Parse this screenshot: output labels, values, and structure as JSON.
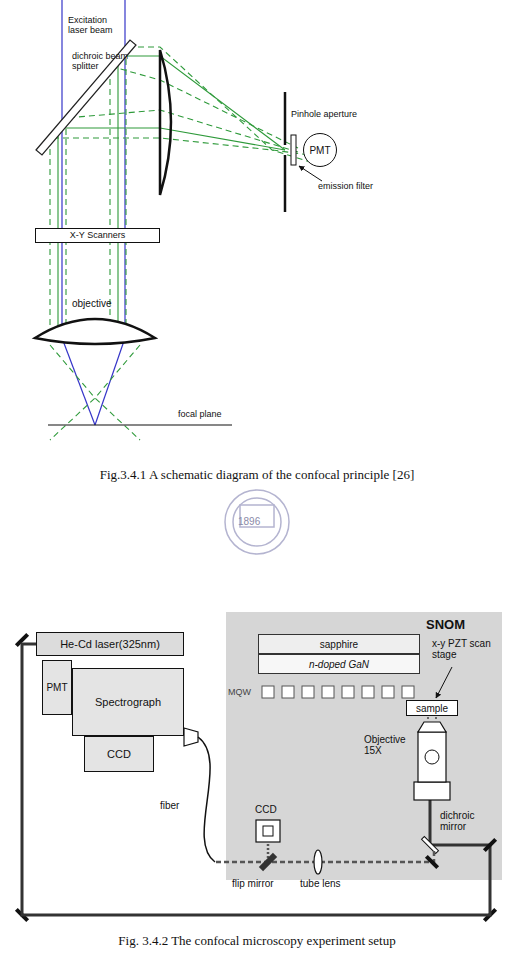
{
  "diagram": {
    "nodes": [
      {
        "text": [
          "X-Y Scanners"
        ]
      },
      {
        "text": [
          "PMT"
        ]
      },
      {
        "text": [
          "He-Cd laser(325nm)"
        ]
      },
      {
        "text": [
          "PMT"
        ]
      },
      {
        "text": [
          "Spectrograph"
        ]
      },
      {
        "text": [
          "CCD"
        ]
      },
      {
        "text": [
          "SNOM"
        ]
      },
      {
        "text": [
          "sapphire"
        ],
        "in": 6
      },
      {
        "text": [
          "n-doped GaN"
        ],
        "in": 6
      },
      {
        "text": [
          "sample"
        ],
        "in": 6
      }
    ],
    "edges": [
      {
        "from": 2,
        "to": 6,
        "arrow": "none"
      }
    ],
    "labels": [
      "Excitation laser beam",
      "dichroic beam splitter",
      "Pinhole aperture",
      "emission filter",
      "objective",
      "focal plane",
      "1896",
      "fiber",
      "CCD",
      "flip mirror",
      "tube lens",
      "dichroic mirror",
      "MQW",
      "x-y PZT scan stage",
      "Objective 15X",
      "Fig.3.4.1 A schematic diagram of the confocal principle [26]",
      "Fig. 3.4.2 The confocal microscopy experiment setup"
    ]
  }
}
